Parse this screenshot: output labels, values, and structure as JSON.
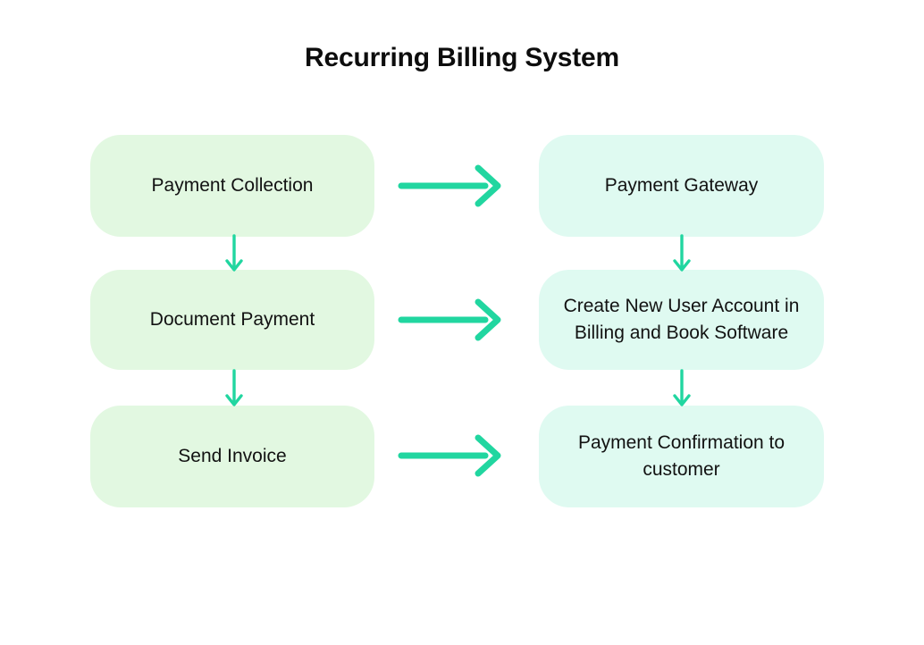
{
  "diagram": {
    "title": "Recurring Billing System",
    "type": "flowchart",
    "background_color": "#ffffff",
    "palette": {
      "left_node_fill": "#e2f8e1",
      "right_node_fill": "#dffaf1",
      "arrow_color": "#21d6a0",
      "text_color": "#121212",
      "title_color": "#0d0d0d"
    },
    "columns": [
      {
        "name": "left-column",
        "nodes": [
          {
            "id": "payment-collection",
            "label": "Payment Collection"
          },
          {
            "id": "document-payment",
            "label": "Document Payment"
          },
          {
            "id": "send-invoice",
            "label": "Send Invoice"
          }
        ]
      },
      {
        "name": "right-column",
        "nodes": [
          {
            "id": "payment-gateway",
            "label": "Payment Gateway"
          },
          {
            "id": "create-new-user",
            "label": "Create New User Account in Billing and Book Software"
          },
          {
            "id": "payment-confirmation",
            "label": "Payment Confirmation to customer"
          }
        ]
      }
    ],
    "connectors": [
      {
        "id": "arrow-payment-collection-to-payment-gateway",
        "direction": "right",
        "from": "payment-collection",
        "to": "payment-gateway"
      },
      {
        "id": "arrow-document-payment-to-create-new-user",
        "direction": "right",
        "from": "document-payment",
        "to": "create-new-user"
      },
      {
        "id": "arrow-send-invoice-to-payment-confirmation",
        "direction": "right",
        "from": "send-invoice",
        "to": "payment-confirmation"
      },
      {
        "id": "arrow-payment-collection-to-document-payment",
        "direction": "down",
        "from": "payment-collection",
        "to": "document-payment"
      },
      {
        "id": "arrow-document-payment-to-send-invoice",
        "direction": "down",
        "from": "document-payment",
        "to": "send-invoice"
      },
      {
        "id": "arrow-payment-gateway-to-create-new-user",
        "direction": "down",
        "from": "payment-gateway",
        "to": "create-new-user"
      },
      {
        "id": "arrow-create-new-user-to-payment-confirmation",
        "direction": "down",
        "from": "create-new-user",
        "to": "payment-confirmation"
      }
    ]
  }
}
